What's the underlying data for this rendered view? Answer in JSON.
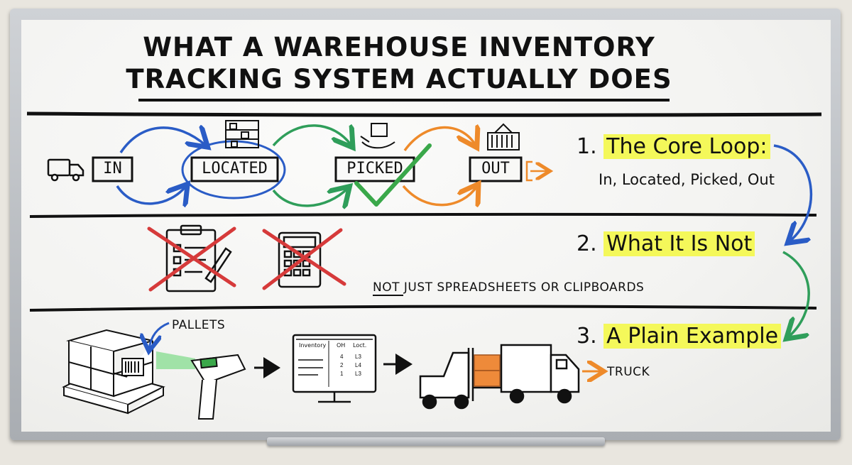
{
  "title": {
    "line1": "WHAT A WAREHOUSE INVENTORY",
    "line2": "TRACKING SYSTEM ACTUALLY DOES"
  },
  "loop": {
    "in": "IN",
    "located": "LOCATED",
    "picked": "PICKED",
    "out": "OUT"
  },
  "sections": [
    {
      "number": "1.",
      "heading": "The Core Loop:",
      "subtext": "In, Located, Picked, Out"
    },
    {
      "number": "2.",
      "heading": "What It Is Not",
      "subtext": "JUST SPREADSHEETS OR CLIPBOARDS",
      "emphasis": "NOT"
    },
    {
      "number": "3.",
      "heading": "A Plain Example"
    }
  ],
  "example": {
    "pallets_label": "PALLETS",
    "truck_label": "TRUCK",
    "screen": {
      "headers": [
        "Inventory",
        "OH",
        "Loct."
      ],
      "rows": [
        {
          "oh": "4",
          "loc": "L3"
        },
        {
          "oh": "2",
          "loc": "L4"
        },
        {
          "oh": "1",
          "loc": "L3"
        }
      ]
    }
  },
  "colors": {
    "highlight": "#f4f85a",
    "blue": "#2a5cc6",
    "green": "#2f9e5a",
    "orange": "#ee8a2a",
    "red": "#d63a3a",
    "check": "#3aa84a",
    "ink": "#111111"
  }
}
